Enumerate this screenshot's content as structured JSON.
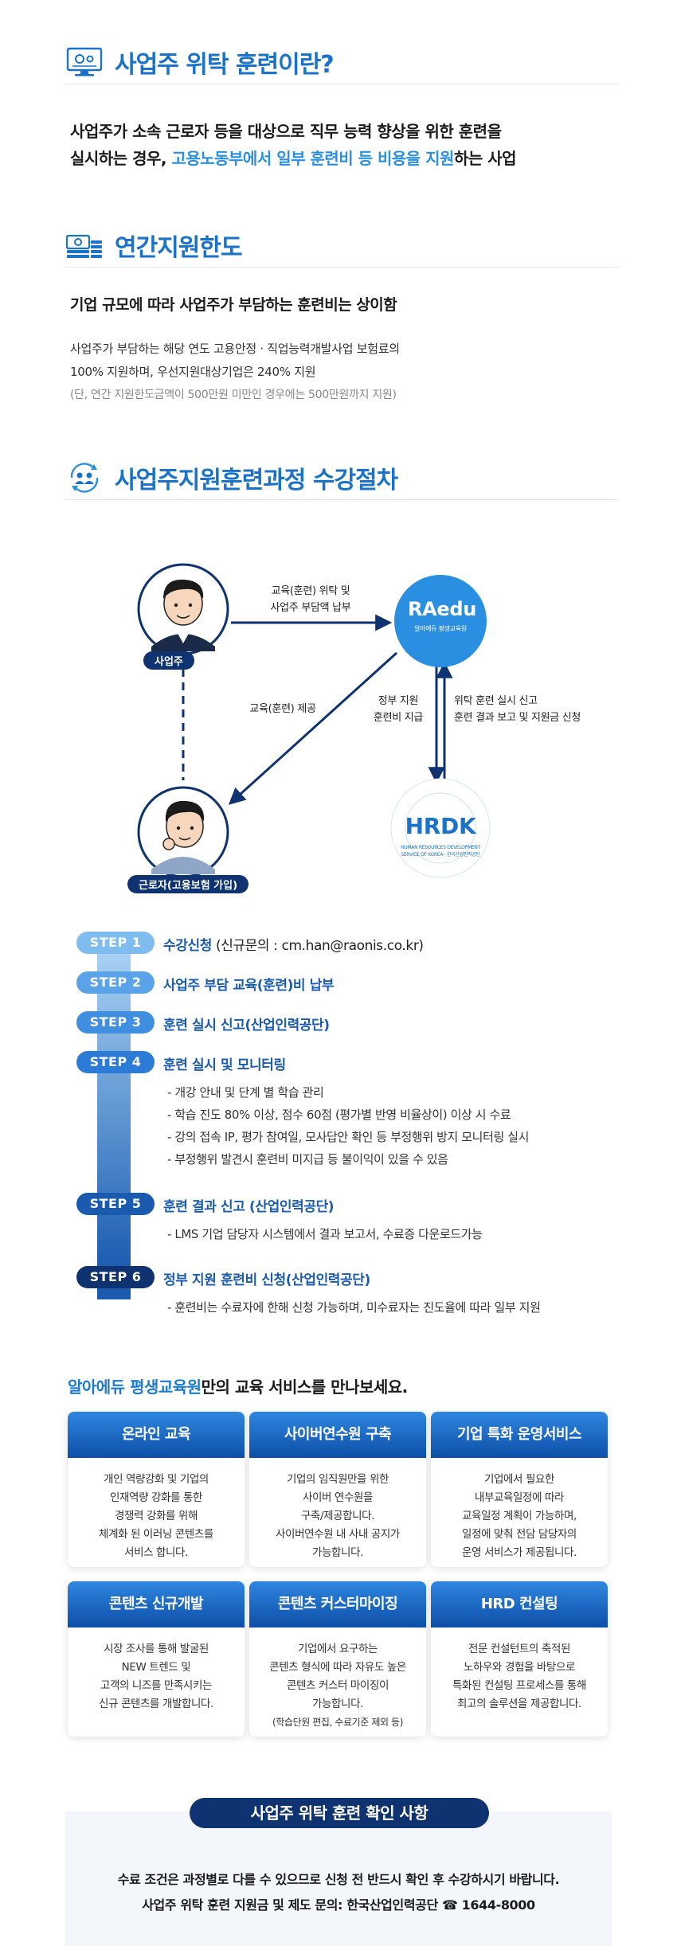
{
  "colors": {
    "primary": "#1a73c9",
    "navy": "#0f3270",
    "highlight": "#2a8fe0"
  },
  "section1": {
    "title": "사업주 위탁 훈련이란?",
    "icon": "computer-monitor-icon",
    "line1": "사업주가 소속 근로자 등을 대상으로 직무 능력 향상을 위한 훈련을",
    "line2_prefix": "실시하는 경우, ",
    "line2_highlight": "고용노동부에서 일부 훈련비 등 비용을 지원",
    "line2_suffix": "하는 사업"
  },
  "section2": {
    "title": "연간지원한도",
    "icon": "money-stack-icon",
    "subtitle": "기업 규모에 따라 사업주가 부담하는 훈련비는 상이함",
    "desc1": "사업주가 부담하는 해당 연도 고용안정 · 직업능력개발사업 보험료의",
    "desc2": "100% 지원하며, 우선지원대상기업은 240% 지원",
    "desc3": "(단, 연간 지원한도금액이 500만원 미만인 경우에는 500만원까지 지원)"
  },
  "section3": {
    "title": "사업주지원훈련과정 수강절차",
    "icon": "people-cycle-icon"
  },
  "flow": {
    "employer": "사업주",
    "worker": "근로자(고용보험 가입)",
    "raedu_logo": "RAedu",
    "raedu_sub": "알아에듀 평생교육원",
    "hrdk_logo": "HRDK",
    "hrdk_ring": "HUMAN RESOURCES DEVELOPMENT SERVICE OF KOREA · 한국산업인력공단",
    "label_top1": "교육(훈련) 위탁 및",
    "label_top2": "사업주 부담액 납부",
    "label_mid": "교육(훈련) 제공",
    "label_gov1": "정부 지원",
    "label_gov2": "훈련비 지급",
    "label_report1": "위탁 훈련 실시 신고",
    "label_report2": "훈련 결과 보고 및 지원금 신청"
  },
  "steps": [
    {
      "badge": "STEP 1",
      "title": "수강신청",
      "extra": " (신규문의 : cm.han@raonis.co.kr)",
      "color": "#7fbcef",
      "subs": []
    },
    {
      "badge": "STEP 2",
      "title": "사업주 부담 교육(훈련)비 납부",
      "extra": "",
      "color": "#5aa3e8",
      "subs": []
    },
    {
      "badge": "STEP 3",
      "title": "훈련 실시 신고(산업인력공단)",
      "extra": "",
      "color": "#3f8ee0",
      "subs": []
    },
    {
      "badge": "STEP 4",
      "title": "훈련 실시 및 모니터링",
      "extra": "",
      "color": "#2c7bd6",
      "subs": [
        "- 개강 안내 및 단계 별 학습 관리",
        "- 학습 진도 80% 이상, 점수 60점 (평가별 반영 비율상이) 이상 시 수료",
        "- 강의 접속 IP, 평가 참여일, 모사답안 확인 등 부정행위 방지 모니터링 실시",
        "- 부정행위 발견시 훈련비 미지급 등 불이익이 있을 수 있음"
      ]
    },
    {
      "badge": "STEP 5",
      "title": "훈련 결과 신고 (산업인력공단)",
      "extra": "",
      "color": "#1a5bb0",
      "subs": [
        "- LMS 기업 담당자 시스템에서 결과 보고서, 수료증 다운로드가능"
      ]
    },
    {
      "badge": "STEP 6",
      "title": "정부 지원 훈련비 신청(산업인력공단)",
      "extra": "",
      "color": "#0f3270",
      "subs": [
        "- 훈련비는 수료자에 한해 신청 가능하며, 미수료자는 진도율에 따라 일부 지원"
      ]
    }
  ],
  "services": {
    "head_highlight": "알아에듀 평생교육원",
    "head_suffix": "만의 교육 서비스를 만나보세요.",
    "cards": [
      {
        "title": "온라인 교육",
        "lines": [
          "개인 역량강화 및 기업의",
          "인재역량 강화를 통한",
          "경쟁력 강화를 위해",
          "체계화 된 이러닝 콘텐츠를",
          "서비스 합니다."
        ],
        "note": ""
      },
      {
        "title": "사이버연수원 구축",
        "lines": [
          "기업의 임직원만을 위한",
          "사이버 연수원을",
          "구축/제공합니다.",
          "사이버연수원 내 사내 공지가",
          "가능합니다."
        ],
        "note": ""
      },
      {
        "title": "기업 특화 운영서비스",
        "lines": [
          "기업에서 필요한",
          "내부교육일정에 따라",
          "교육일정 계획이 가능하며,",
          "일정에 맞춰 전담 담당자의",
          "운영 서비스가 제공됩니다."
        ],
        "note": ""
      },
      {
        "title": "콘텐츠 신규개발",
        "lines": [
          "시장 조사를 통해 발굴된",
          "NEW 트렌드 및",
          "고객의 니즈를 만족시키는",
          "신규 콘텐츠를 개발합니다."
        ],
        "note": ""
      },
      {
        "title": "콘텐츠 커스터마이징",
        "lines": [
          "기업에서 요구하는",
          "콘텐츠 형식에 따라 자유도 높은",
          "콘텐츠 커스터 마이징이",
          "가능합니다."
        ],
        "note": "(학습단원 편집, 수료기준 제외 등)"
      },
      {
        "title": "HRD 컨설팅",
        "lines": [
          "전문 컨설턴트의 축적된",
          "노하우와 경험을 바탕으로",
          "특화된 컨설팅 프로세스를 통해",
          "최고의 솔루션을 제공합니다."
        ],
        "note": ""
      }
    ]
  },
  "confirm": {
    "title": "사업주 위탁 훈련 확인 사항",
    "line1": "수료 조건은 과정별로 다를 수 있으므로 신청 전 반드시 확인 후 수강하시기 바랍니다.",
    "line2": "사업주 위탁 훈련 지원금 및 제도 문의: 한국산업인력공단 ☎ 1644-8000"
  }
}
